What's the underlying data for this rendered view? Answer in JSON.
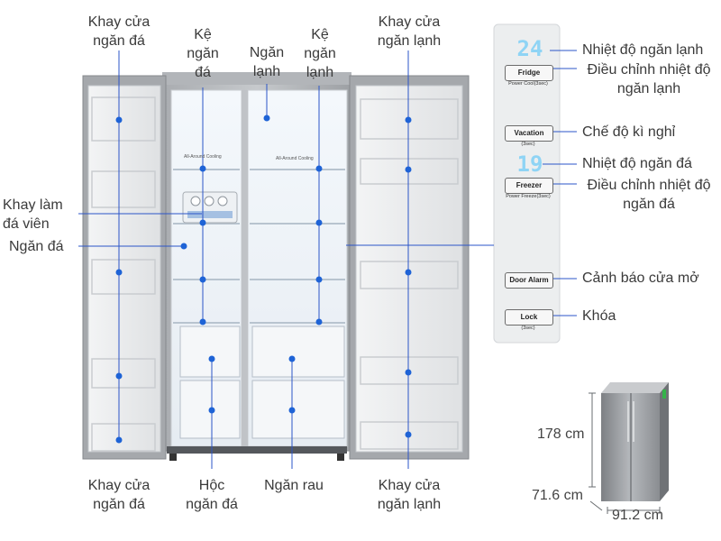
{
  "labels": {
    "top_freezer_door_tray": "Khay cửa\nngăn đá",
    "freezer_shelf": "Kệ\nngăn\nđá",
    "fridge_compartment": "Ngăn\nlạnh",
    "fridge_shelf": "Kệ\nngăn\nlạnh",
    "top_fridge_door_tray": "Khay cửa\nngăn lạnh",
    "ice_tray": "Khay làm\nđá viên",
    "freezer_compartment": "Ngăn đá",
    "bottom_freezer_door_tray": "Khay cửa\nngăn đá",
    "freezer_drawer": "Hộc\nngăn đá",
    "vegetable_drawer": "Ngăn rau",
    "bottom_fridge_door_tray": "Khay cửa\nngăn lạnh"
  },
  "panel_labels": {
    "fridge_temp": "Nhiệt độ ngăn lạnh",
    "fridge_adjust": "Điều chỉnh nhiệt độ\nngăn lạnh",
    "vacation": "Chế độ kì nghỉ",
    "freezer_temp": "Nhiệt độ ngăn đá",
    "freezer_adjust": "Điều chỉnh nhiệt độ\nngăn đá",
    "door_alarm": "Cảnh báo cửa mở",
    "lock": "Khóa"
  },
  "panel": {
    "fridge_display": "24",
    "freezer_display": "19",
    "fridge_button": "Fridge",
    "fridge_sub": "Power Cool(3sec)",
    "vacation_button": "Vacation",
    "vacation_sub": "(3sec)",
    "freezer_button": "Freezer",
    "freezer_sub": "Power Freeze(3sec)",
    "door_alarm_button": "Door Alarm",
    "lock_button": "Lock",
    "lock_sub": "(3sec)"
  },
  "interior_text": {
    "freezer_cooling": "All-Around Cooling",
    "fridge_cooling": "All-Around Cooling"
  },
  "dimensions": {
    "height": "178 cm",
    "depth": "71.6 cm",
    "width": "91.2 cm"
  },
  "colors": {
    "marker": "#1e63d6",
    "leader_line": "#2b55c8",
    "steel": "#b9bcc0",
    "panel_bg": "#eceeef",
    "display_blue": "#8fd4f5"
  }
}
